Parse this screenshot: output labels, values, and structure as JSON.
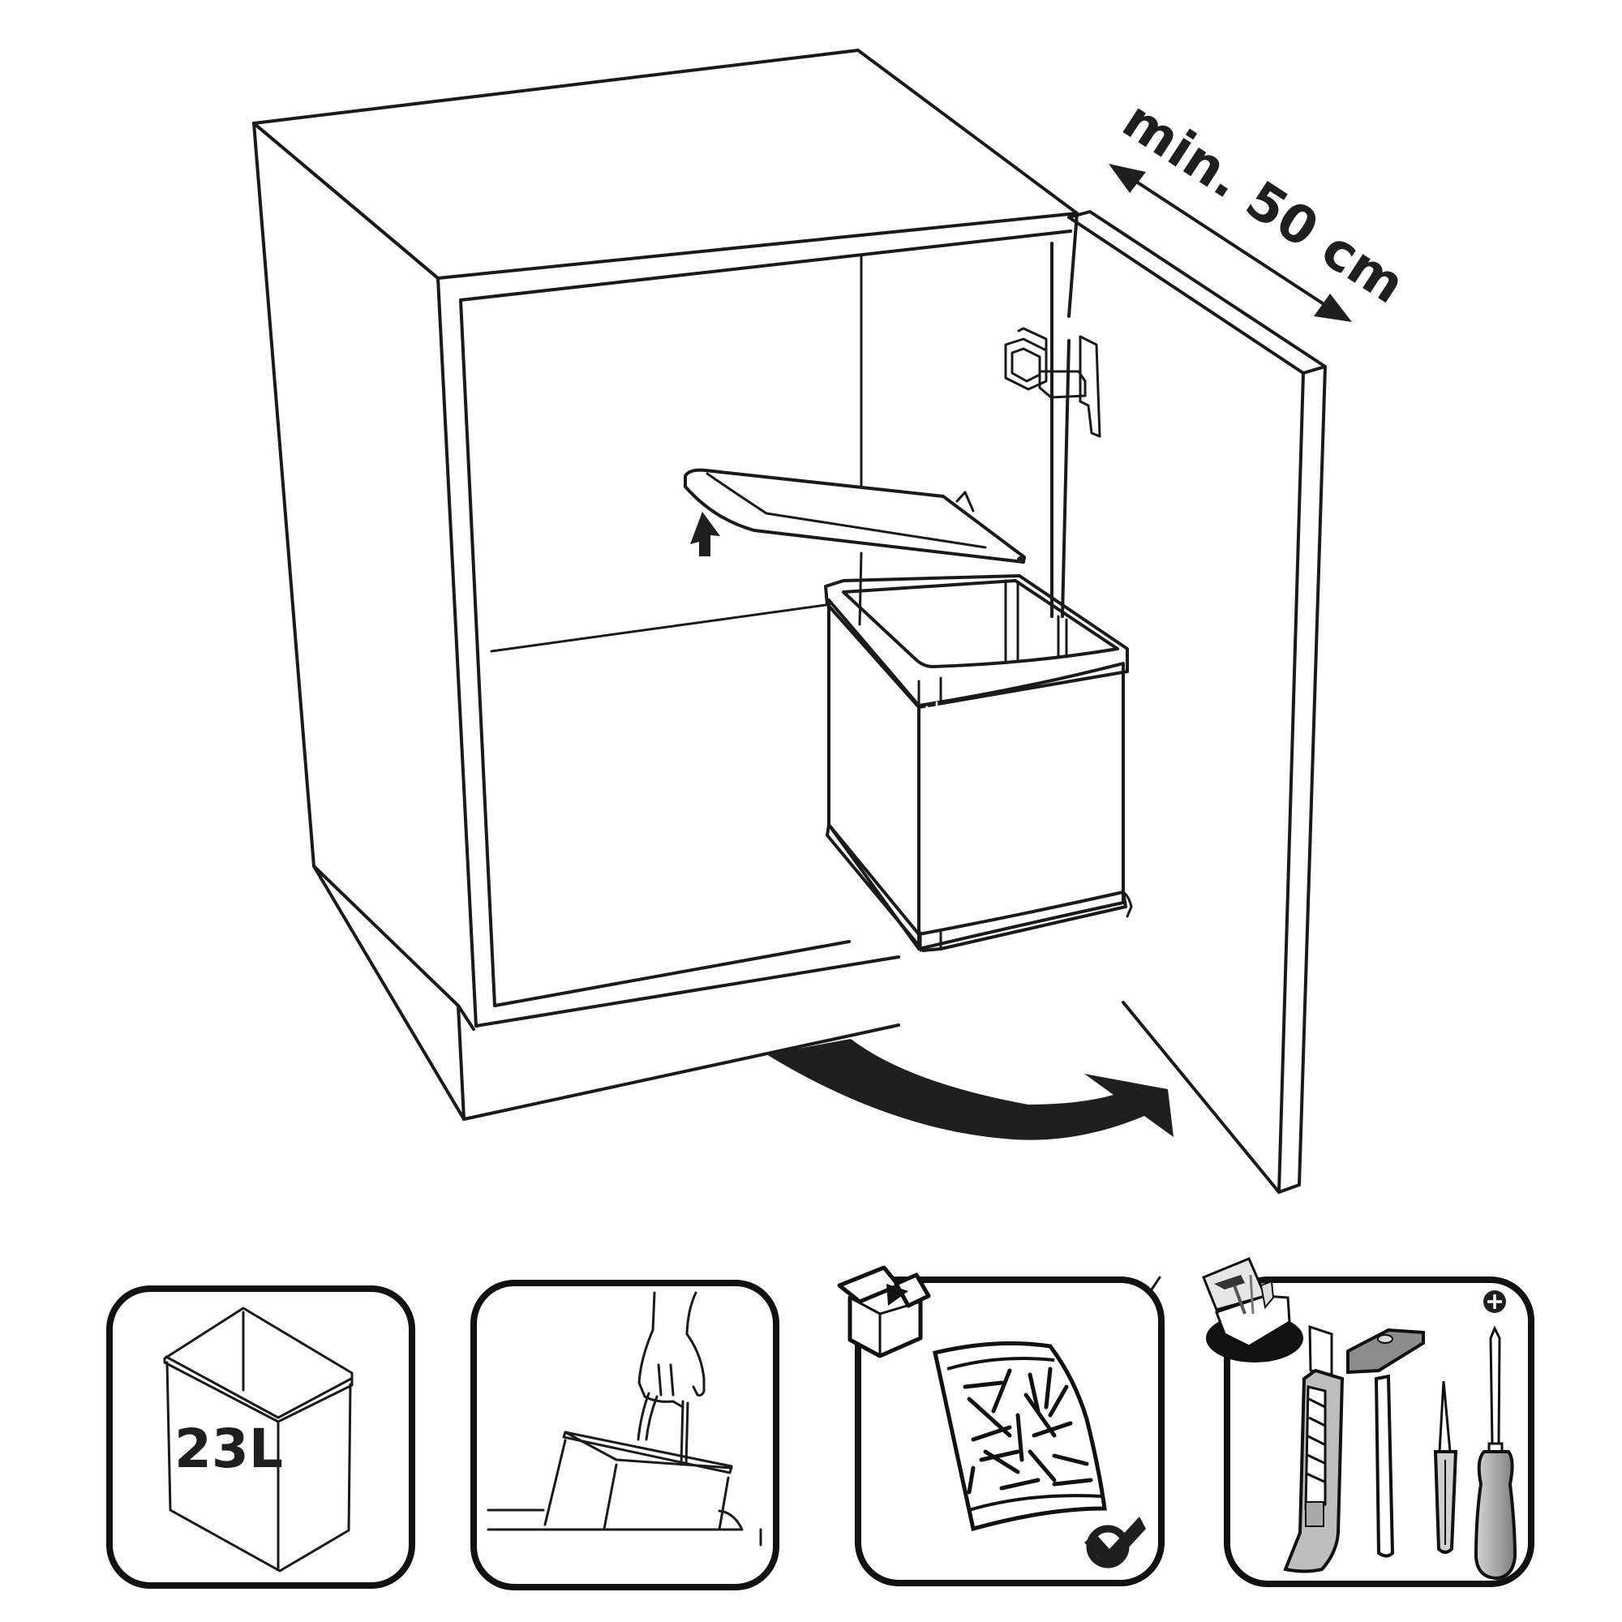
{
  "main_illustration": {
    "title": "Pull-out waste bin installation in base cabinet",
    "dimension_label": "min. 50 cm",
    "dimension_note": "cabinet depth / door",
    "motion": "bin swings out with door opening",
    "lid_action": "lid lifts up"
  },
  "colors": {
    "line": "#1a1a1a",
    "fill_dark": "#1f1f1f",
    "bin_steel_light": "#f2f2f2",
    "bin_steel_dark": "#b8b8b8",
    "tool_grey": "#9a9a9a",
    "background": "#ffffff"
  },
  "panels": [
    {
      "id": "capacity",
      "caption": "23L",
      "icon": "bin-capacity-icon"
    },
    {
      "id": "removable-bucket",
      "caption": "",
      "icon": "hand-lifting-bucket-icon"
    },
    {
      "id": "included-hardware",
      "caption": "",
      "icon": "screws-bag-icon",
      "badge": "checkmark-icon",
      "corner_icon": "open-box-icon"
    },
    {
      "id": "tools-needed",
      "caption": "",
      "icon": "tools-icon",
      "badge": "phillips-plus-icon",
      "corner_icon": "toolbox-icon",
      "tools": [
        "utility-knife",
        "hammer",
        "awl",
        "phillips-screwdriver"
      ]
    }
  ]
}
